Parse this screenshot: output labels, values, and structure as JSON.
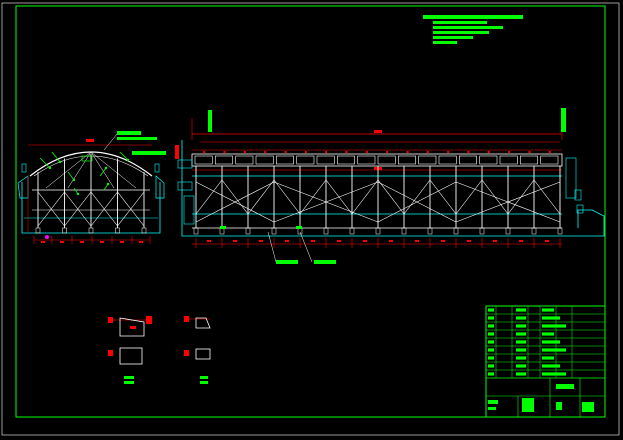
{
  "canvas": {
    "background": "#000000",
    "colors": {
      "frame": "#00ff00",
      "structure": "#ffffff",
      "dimension": "#ff0000",
      "outline": "#00ffff",
      "callout": "#00ff00",
      "accent": "#ff00ff"
    }
  },
  "views": [
    {
      "name": "end-section-view"
    },
    {
      "name": "side-elevation-view"
    },
    {
      "name": "detail-sections"
    },
    {
      "name": "title-block"
    }
  ],
  "side_elevation": {
    "bays": 14,
    "chamber_columns": 18,
    "dimension_segments": 14
  },
  "end_section": {
    "bays": 4
  },
  "title_block": {
    "table_rows": 9,
    "table_cols": 7
  }
}
